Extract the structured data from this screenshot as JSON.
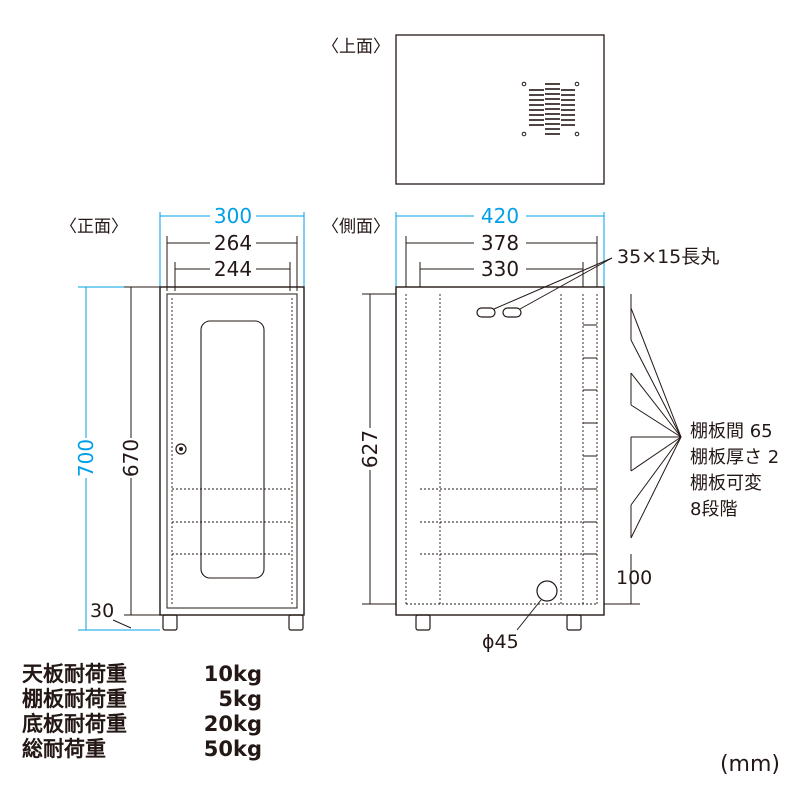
{
  "views": {
    "top": "〈上面〉",
    "front": "〈正面〉",
    "side": "〈側面〉"
  },
  "front_dims": {
    "width_outer": "300",
    "width_mid": "264",
    "width_inner": "244",
    "height_total": "700",
    "height_body": "670",
    "leg_height": "30"
  },
  "side_dims": {
    "depth_outer": "420",
    "depth_mid": "378",
    "depth_inner": "330",
    "height_inner": "627",
    "slot_label": "35×15長丸",
    "shelf_note": [
      "棚板間 65",
      "棚板厚さ 2",
      "棚板可変",
      "8段階"
    ],
    "bottom_gap": "100",
    "hole_label": "ϕ45"
  },
  "specs": [
    {
      "label": "天板耐荷重",
      "value": "10kg"
    },
    {
      "label": "棚板耐荷重",
      "value": "5kg"
    },
    {
      "label": "底板耐荷重",
      "value": "20kg"
    },
    {
      "label": "総耐荷重",
      "value": "50kg"
    }
  ],
  "unit": "(mm)",
  "colors": {
    "line": "#231815",
    "dimension_accent": "#00a0e9"
  }
}
